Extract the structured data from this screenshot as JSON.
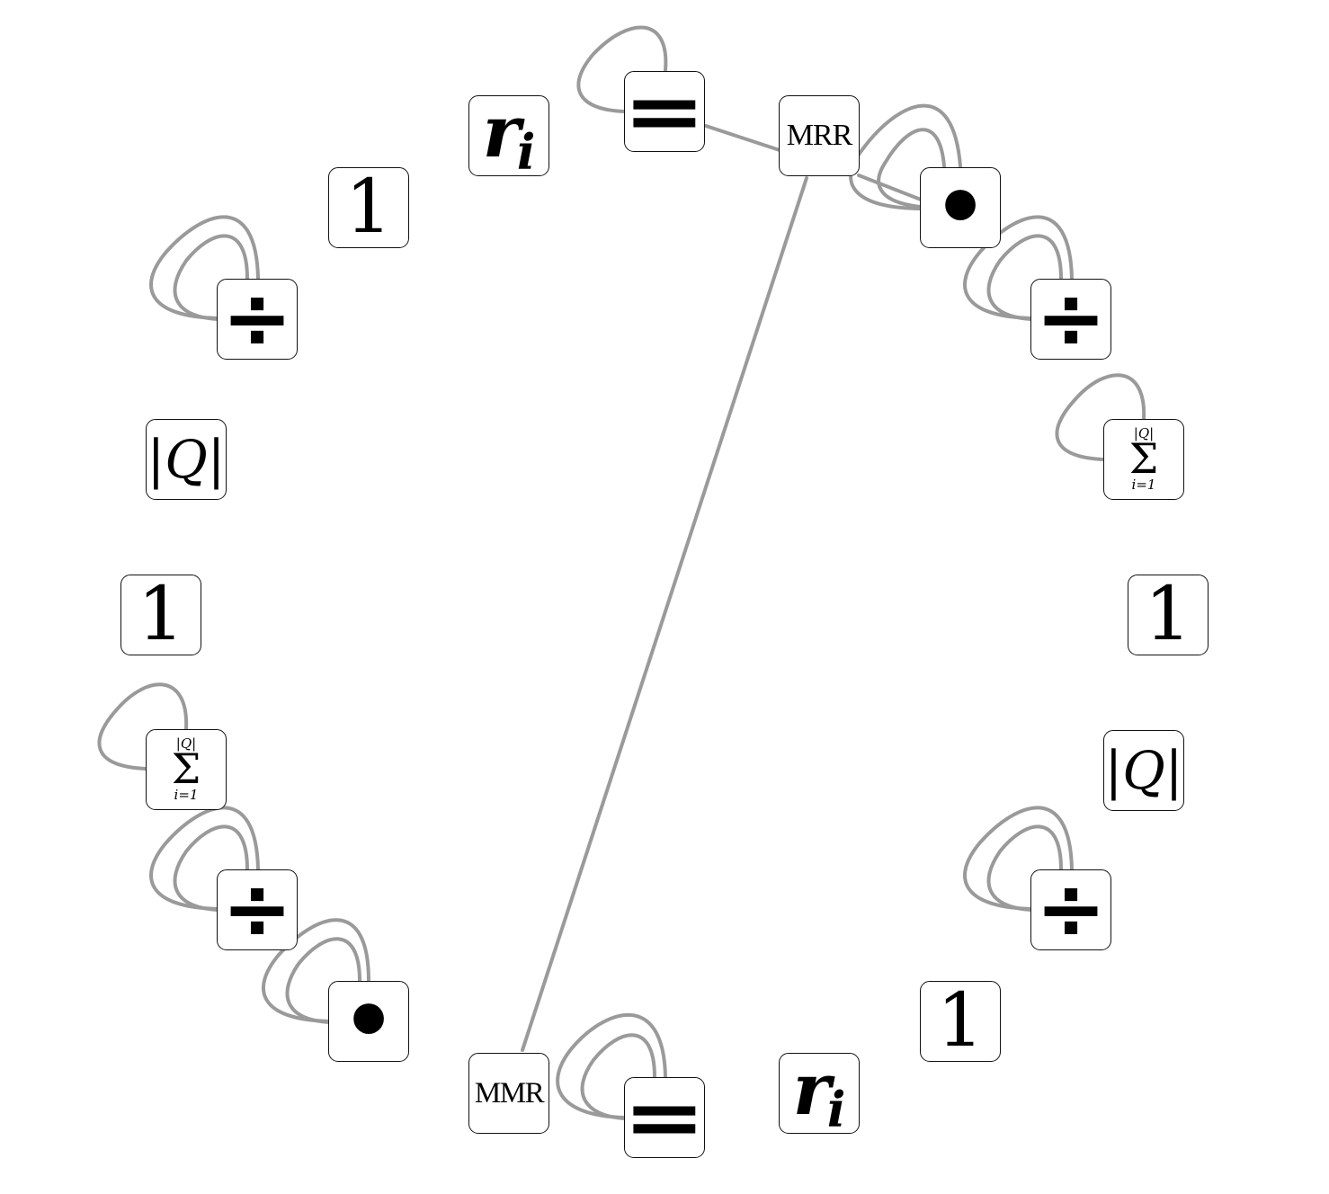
{
  "diagram": {
    "nodes": [
      {
        "id": "n-ri-top",
        "kind": "ri",
        "base": "r",
        "sub": "i"
      },
      {
        "id": "n-eq-top",
        "kind": "eq",
        "label": "="
      },
      {
        "id": "n-mrr",
        "kind": "word",
        "label": "MRR"
      },
      {
        "id": "n-dot-top",
        "kind": "dot",
        "label": "•"
      },
      {
        "id": "n-div-right-top",
        "kind": "div",
        "label": "÷"
      },
      {
        "id": "n-sum-right",
        "kind": "sum",
        "top": "|Q|",
        "sigma": "Σ",
        "bottom": "i=1"
      },
      {
        "id": "n-one-right",
        "kind": "one",
        "label": "1"
      },
      {
        "id": "n-q-right",
        "kind": "q",
        "bar": "|",
        "label": "Q"
      },
      {
        "id": "n-div-right-bottom",
        "kind": "div",
        "label": "÷"
      },
      {
        "id": "n-one-right-bottom",
        "kind": "one",
        "label": "1"
      },
      {
        "id": "n-ri-bottom",
        "kind": "ri",
        "base": "r",
        "sub": "i"
      },
      {
        "id": "n-eq-bottom",
        "kind": "eq",
        "label": "="
      },
      {
        "id": "n-mmr",
        "kind": "word",
        "label": "MMR"
      },
      {
        "id": "n-dot-bottom",
        "kind": "dot",
        "label": "•"
      },
      {
        "id": "n-div-left-bottom",
        "kind": "div",
        "label": "÷"
      },
      {
        "id": "n-sum-left",
        "kind": "sum",
        "top": "|Q|",
        "sigma": "Σ",
        "bottom": "i=1"
      },
      {
        "id": "n-one-left",
        "kind": "one",
        "label": "1"
      },
      {
        "id": "n-q-left",
        "kind": "q",
        "bar": "|",
        "label": "Q"
      },
      {
        "id": "n-div-left-top",
        "kind": "div",
        "label": "÷"
      },
      {
        "id": "n-one-left-top",
        "kind": "one",
        "label": "1"
      }
    ],
    "edges": [
      {
        "from": "n-eq-top",
        "to": "n-mrr"
      },
      {
        "from": "n-mrr",
        "to": "n-mmr"
      },
      {
        "from": "n-mrr",
        "to": "n-dot-top"
      }
    ],
    "edge_color": "#9a9a9a",
    "node_border_color": "#111111"
  }
}
